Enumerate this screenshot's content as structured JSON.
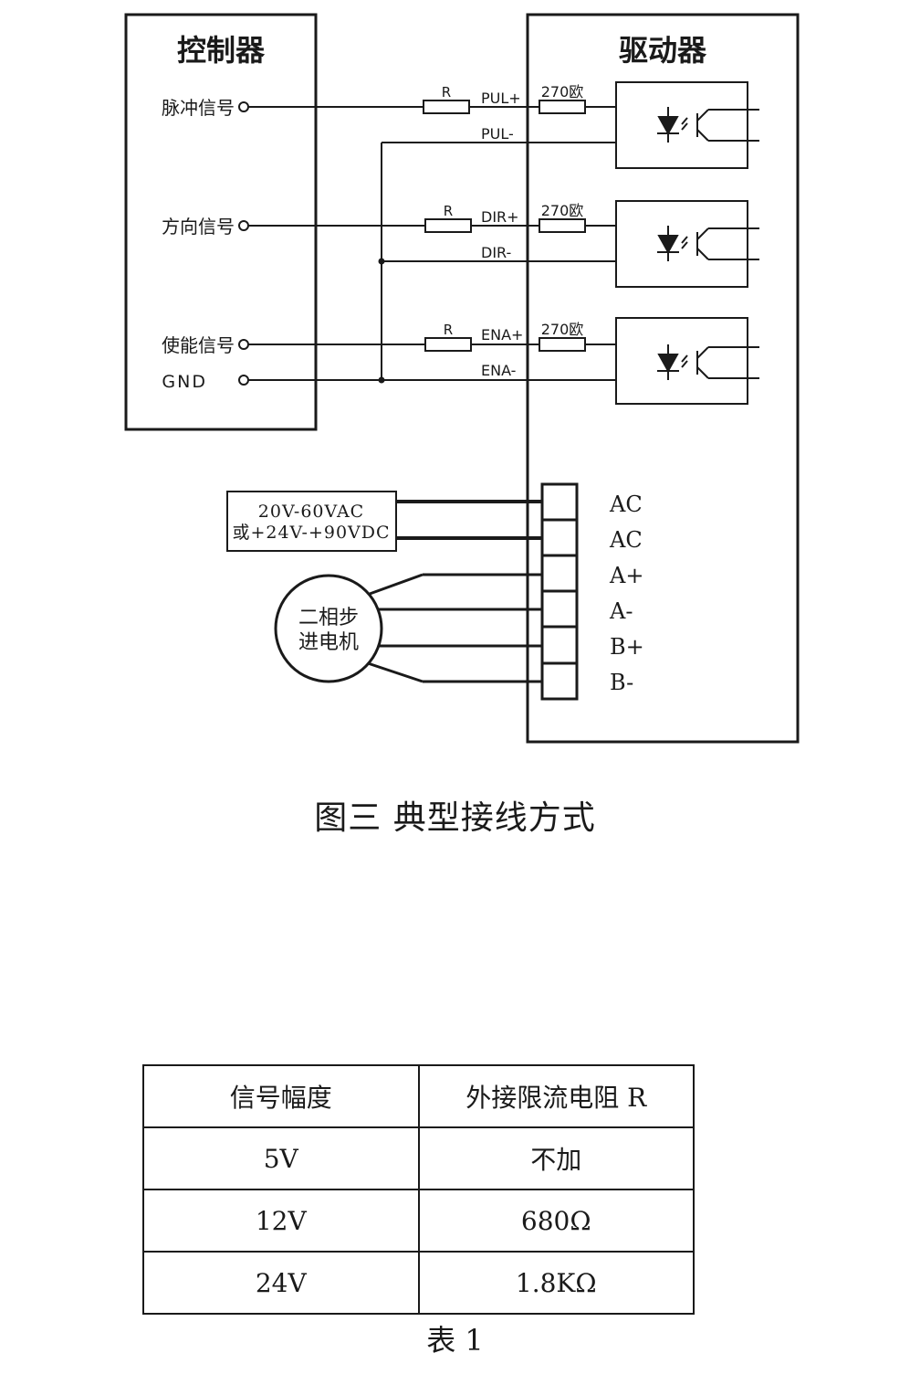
{
  "controller": {
    "title": "控制器",
    "signals": [
      {
        "label": "脉冲信号"
      },
      {
        "label": "方向信号"
      },
      {
        "label": "使能信号"
      },
      {
        "label": "GND"
      }
    ]
  },
  "driver": {
    "title": "驱动器",
    "channels": [
      {
        "resistor": "R",
        "plus": "PUL+",
        "minus": "PUL-",
        "internal_resistor": "270欧"
      },
      {
        "resistor": "R",
        "plus": "DIR+",
        "minus": "DIR-",
        "internal_resistor": "270欧"
      },
      {
        "resistor": "R",
        "plus": "ENA+",
        "minus": "ENA-",
        "internal_resistor": "270欧"
      }
    ],
    "terminals": [
      "AC",
      "AC",
      "A+",
      "A-",
      "B+",
      "B-"
    ]
  },
  "power_supply": {
    "line1": "20V-60VAC",
    "line2": "或+24V-+90VDC"
  },
  "motor": {
    "line1": "二相步",
    "line2": "进电机"
  },
  "figure_caption": "图三  典型接线方式",
  "table": {
    "headers": [
      "信号幅度",
      "外接限流电阻 R"
    ],
    "rows": [
      [
        "5V",
        "不加"
      ],
      [
        "12V",
        "680Ω"
      ],
      [
        "24V",
        "1.8KΩ"
      ]
    ]
  },
  "table_caption": "表 1"
}
